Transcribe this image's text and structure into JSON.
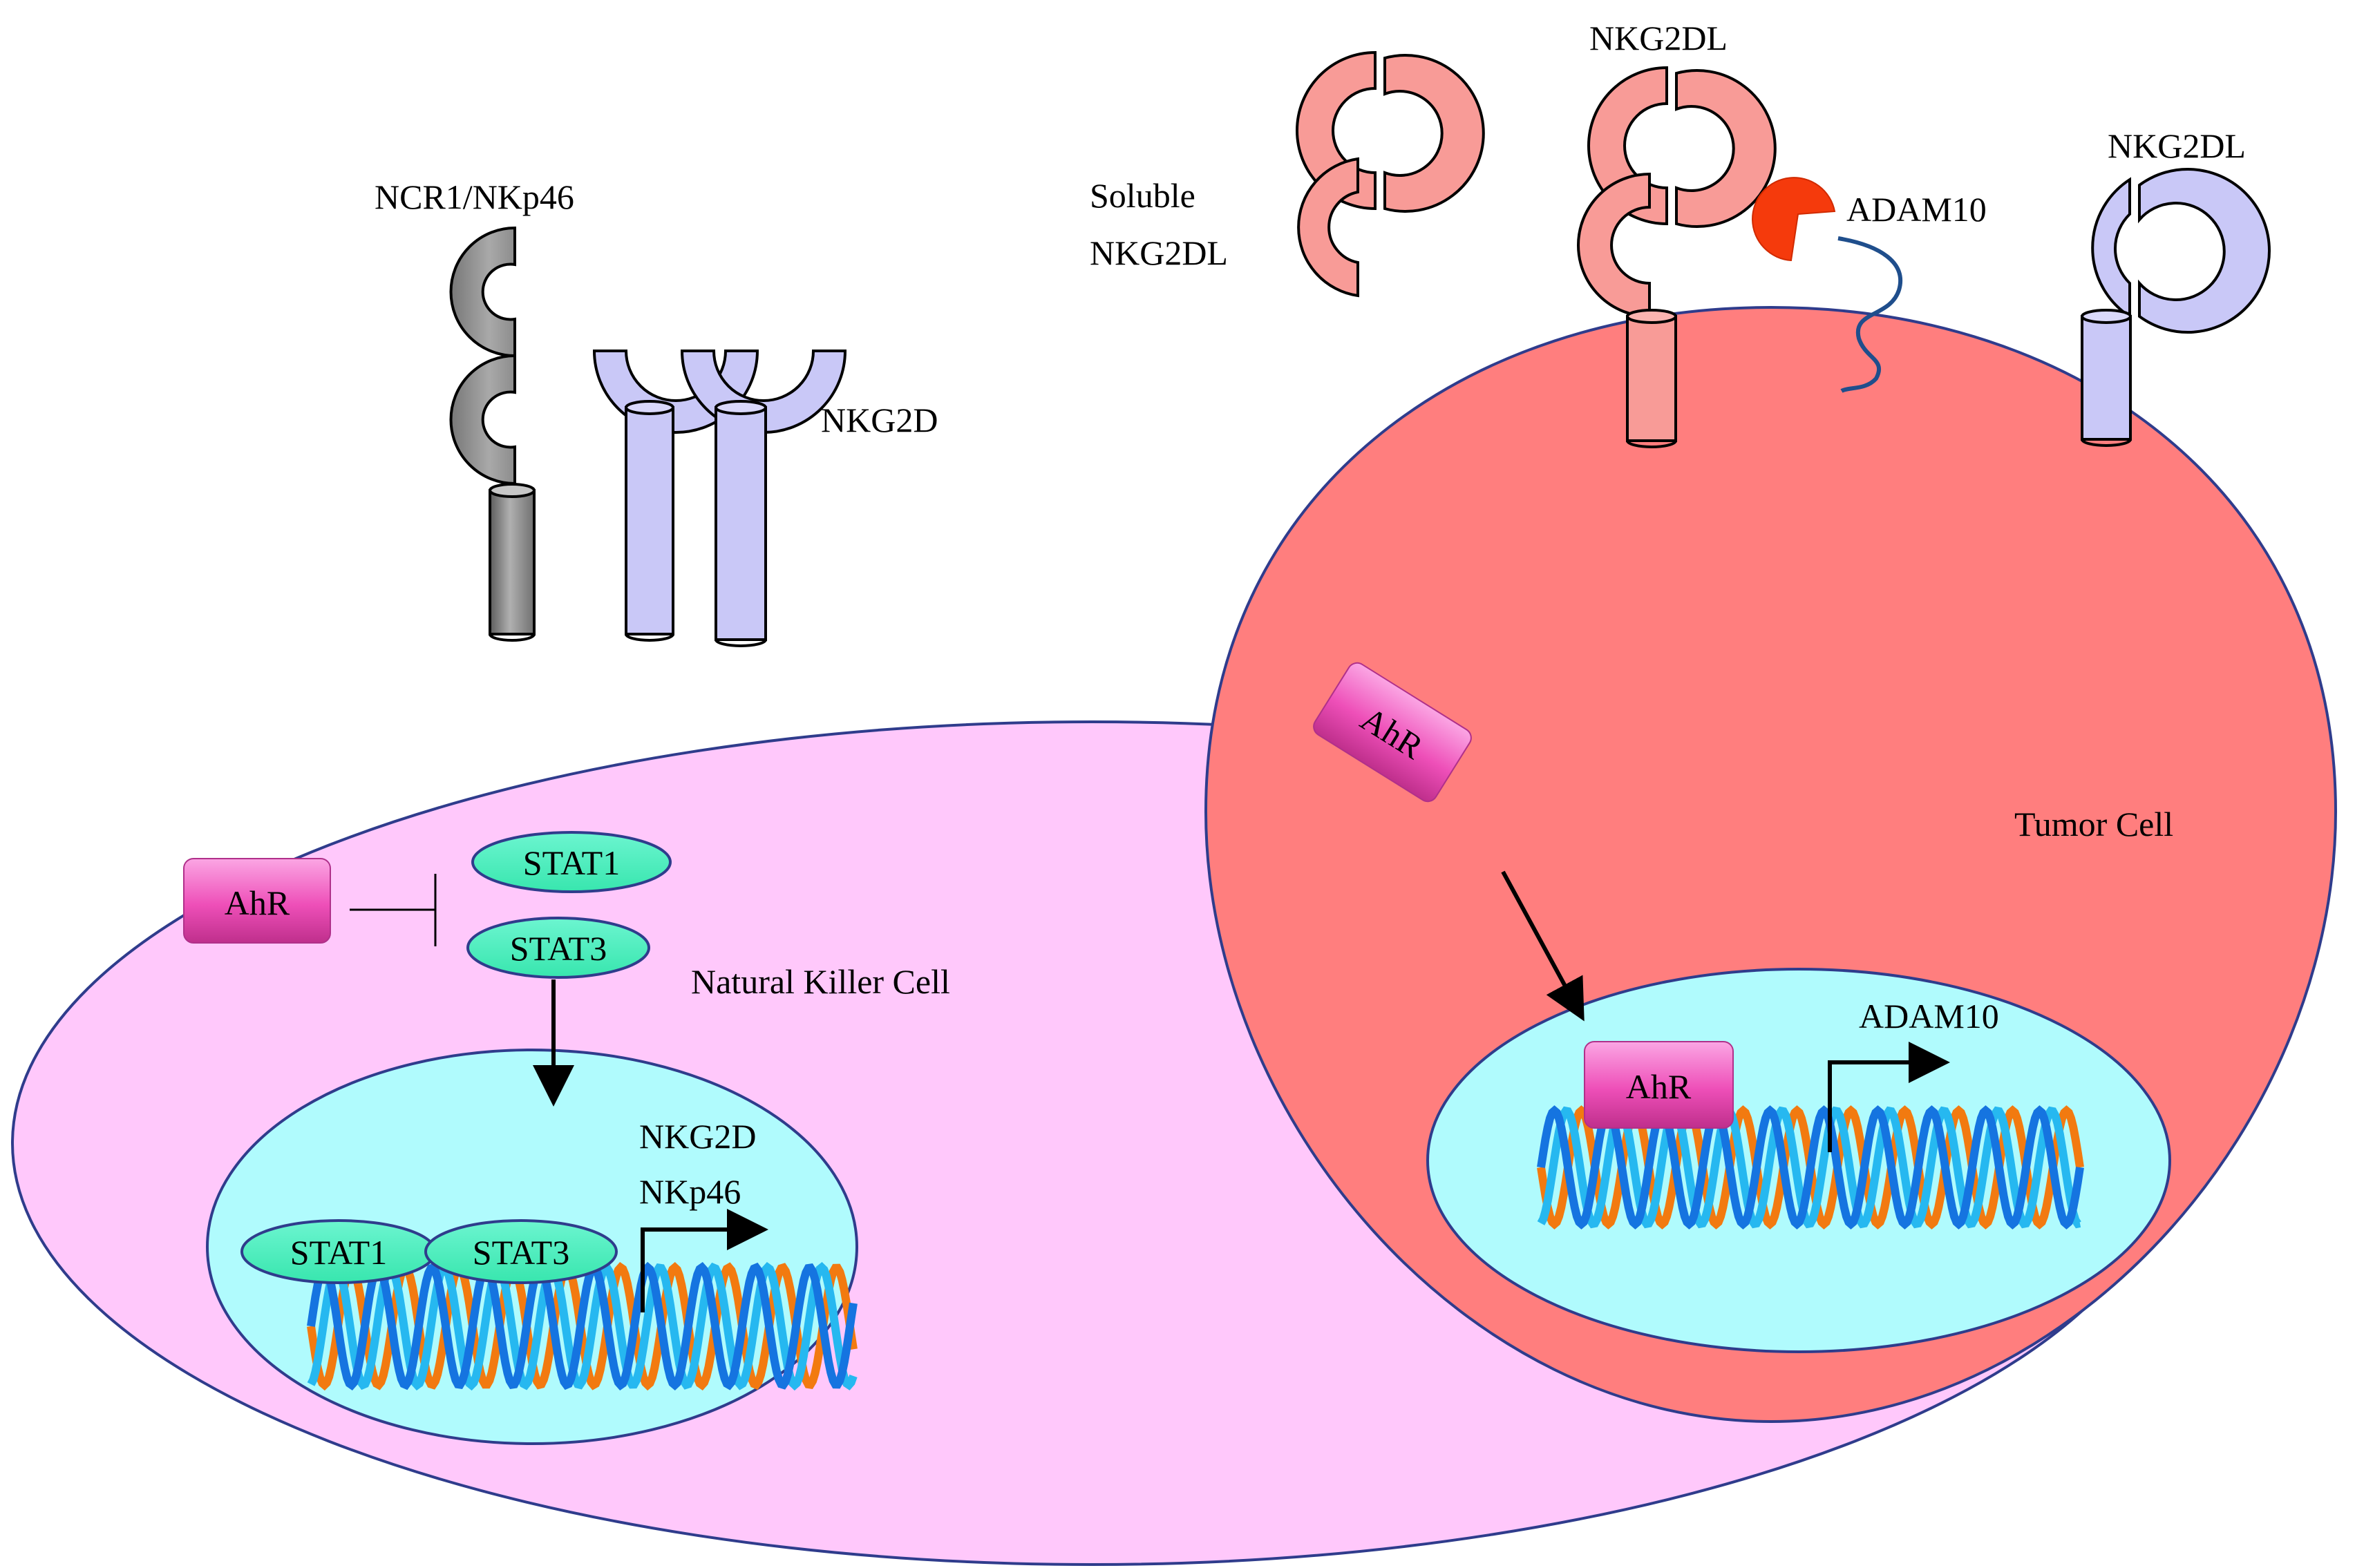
{
  "labels": {
    "ncr1": "NCR1/NKp46",
    "nkg2d": "NKG2D",
    "nk_cell": "Natural Killer Cell",
    "ahr_nk": "AhR",
    "stat1_top": "STAT1",
    "stat3_top": "STAT3",
    "stat1_dna": "STAT1",
    "stat3_dna": "STAT3",
    "nk_genes_1": "NKG2D",
    "nk_genes_2": "NKp46",
    "soluble_1": "Soluble",
    "soluble_2": "NKG2DL",
    "nkg2dl_pink": "NKG2DL",
    "adam10_enzyme": "ADAM10",
    "nkg2dl_blue": "NKG2DL",
    "tumor_cell": "Tumor Cell",
    "ahr_tumor_cyto": "AhR",
    "ahr_tumor_dna": "AhR",
    "adam10_gene": "ADAM10"
  },
  "colors": {
    "nk_cell_fill": "#FFC8FB",
    "tumor_cell_fill": "#FF7E7E",
    "nucleus_fill": "#B0FBFD",
    "membrane_stroke": "#2F3C8C",
    "ncr1_gray": "#8C8C8C",
    "nkg2d_lavender": "#C9C8F7",
    "nkg2dl_pink": "#F89B97",
    "adam10_red": "#F53A0C",
    "adam10_tether": "#1F4E8C",
    "stat_green": "#4EF0BE",
    "ahr_magenta": "#F060C0",
    "dna_orange": "#F27A10",
    "dna_blue": "#1574E0",
    "dna_cyan": "#26B8F0"
  }
}
